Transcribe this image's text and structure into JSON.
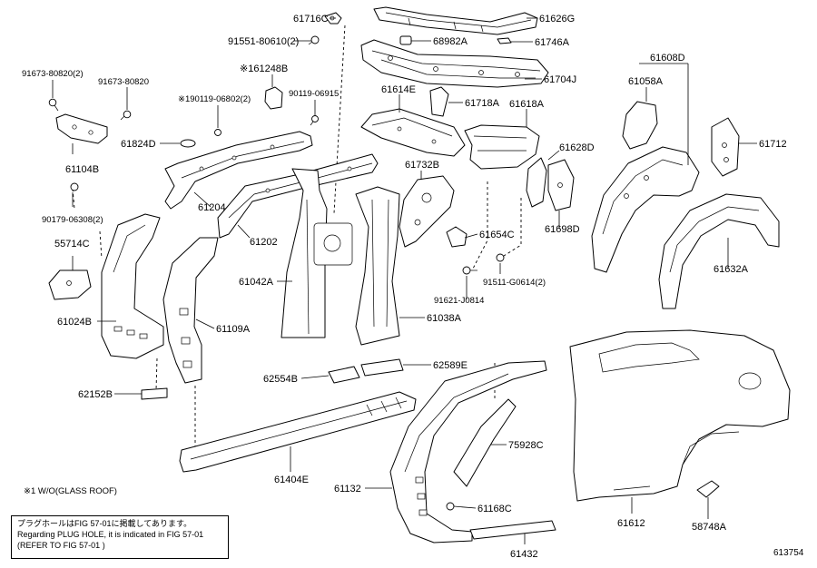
{
  "figure_number": "613754",
  "footnote": "※1 W/O(GLASS ROOF)",
  "note": {
    "line1": "プラグホールはFIG 57-01に掲載してあります。",
    "line2": "Regarding PLUG HOLE, it is indicated in FIG 57-01",
    "line3": "(REFER TO FIG 57-01 )"
  },
  "labels": {
    "p61716C": "61716C",
    "p91551": "91551-80610(2)",
    "p61626G": "61626G",
    "p68982A": "68982A",
    "p61746A": "61746A",
    "p61704J": "61704J",
    "p91673a": "91673-80820(2)",
    "p91673b": "91673-80820",
    "p61248B": "※161248B",
    "p90119a": "※190119-06802(2)",
    "p90119b": "90119-06915",
    "p61614E": "61614E",
    "p61718A": "61718A",
    "p61618A": "61618A",
    "p61608D": "61608D",
    "p61058A": "61058A",
    "p61824D": "61824D",
    "p61104B": "61104B",
    "p61628D": "61628D",
    "p61712": "61712",
    "p61732B": "61732B",
    "p90179": "90179-06308(2)",
    "p61204": "61204",
    "p61202": "61202",
    "p61654C": "61654C",
    "p61698D": "61698D",
    "p55714C": "55714C",
    "p91511": "91511-G0614(2)",
    "p61632A": "61632A",
    "p61042A": "61042A",
    "p91621": "91621-J0814",
    "p61024B": "61024B",
    "p61109A": "61109A",
    "p61038A": "61038A",
    "p62554B": "62554B",
    "p62589E": "62589E",
    "p62152B": "62152B",
    "p75928C": "75928C",
    "p61404E": "61404E",
    "p61132": "61132",
    "p61168C": "61168C",
    "p61612": "61612",
    "p58748A": "58748A",
    "p61432": "61432"
  }
}
